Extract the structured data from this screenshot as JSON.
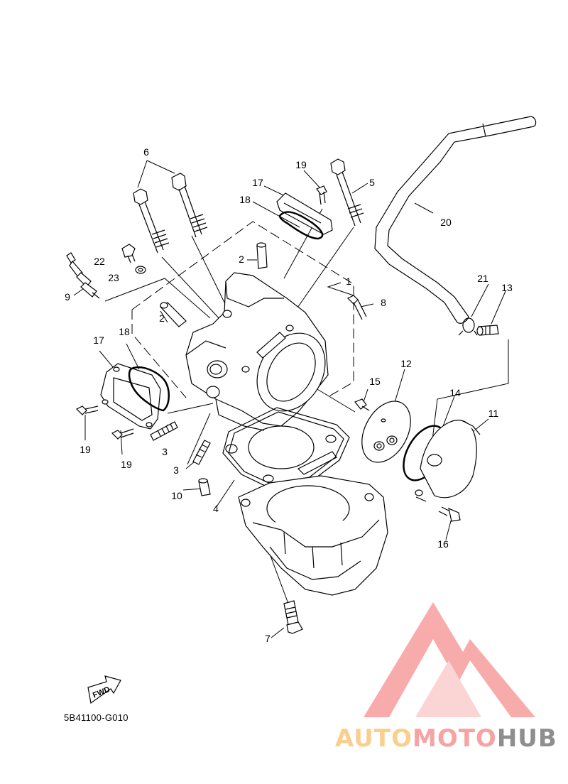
{
  "diagram": {
    "callouts": [
      {
        "id": "c1",
        "label": "1"
      },
      {
        "id": "c2a",
        "label": "2"
      },
      {
        "id": "c2b",
        "label": "2"
      },
      {
        "id": "c3a",
        "label": "3"
      },
      {
        "id": "c3b",
        "label": "3"
      },
      {
        "id": "c4",
        "label": "4"
      },
      {
        "id": "c5",
        "label": "5"
      },
      {
        "id": "c6",
        "label": "6"
      },
      {
        "id": "c7",
        "label": "7"
      },
      {
        "id": "c8",
        "label": "8"
      },
      {
        "id": "c9",
        "label": "9"
      },
      {
        "id": "c10",
        "label": "10"
      },
      {
        "id": "c11",
        "label": "11"
      },
      {
        "id": "c12",
        "label": "12"
      },
      {
        "id": "c13",
        "label": "13"
      },
      {
        "id": "c14",
        "label": "14"
      },
      {
        "id": "c15",
        "label": "15"
      },
      {
        "id": "c16",
        "label": "16"
      },
      {
        "id": "c17a",
        "label": "17"
      },
      {
        "id": "c17b",
        "label": "17"
      },
      {
        "id": "c18a",
        "label": "18"
      },
      {
        "id": "c18b",
        "label": "18"
      },
      {
        "id": "c19a",
        "label": "19"
      },
      {
        "id": "c19b",
        "label": "19"
      },
      {
        "id": "c19c",
        "label": "19"
      },
      {
        "id": "c20",
        "label": "20"
      },
      {
        "id": "c21",
        "label": "21"
      },
      {
        "id": "c22",
        "label": "22"
      },
      {
        "id": "c23",
        "label": "23"
      }
    ],
    "fwd_label": "FWD",
    "diagram_code": "5B41100-G010"
  },
  "watermark": {
    "part1": "AUTO",
    "part2": "MOTO",
    "part3": "HUB",
    "colors": {
      "auto": "#f9cf8e",
      "moto": "#f7a3a3",
      "hub": "#8e8e8e",
      "logo": "#f7a3a3"
    }
  }
}
